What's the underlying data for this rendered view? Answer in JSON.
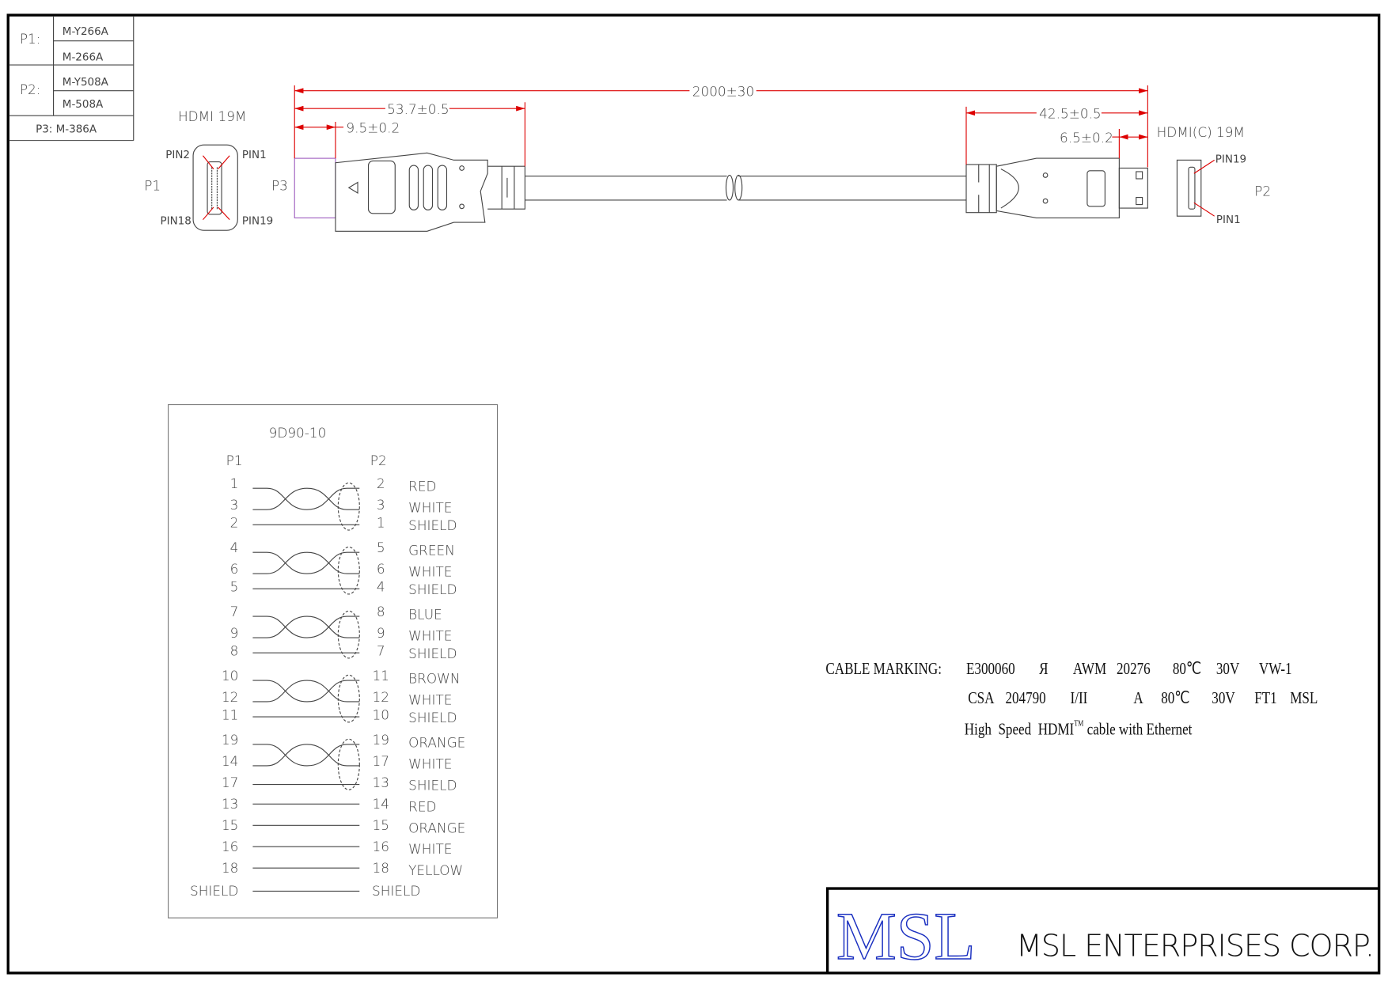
{
  "parts_table": {
    "p1_label": "P1:",
    "p1_models": [
      "M-Y266A",
      "M-266A"
    ],
    "p2_label": "P2:",
    "p2_models": [
      "M-Y508A",
      "M-508A"
    ],
    "p3": "P3: M-386A"
  },
  "left_connector": {
    "title": "HDMI 19M",
    "label": "P1",
    "pins": [
      "PIN2",
      "PIN1",
      "PIN18",
      "PIN19"
    ]
  },
  "p3_label": "P3",
  "right_connector": {
    "title": "HDMI(C) 19M",
    "label": "P2",
    "pins": [
      "PIN19",
      "PIN1"
    ]
  },
  "dimensions": {
    "total": "2000±30",
    "left_plug": "53.7±0.5",
    "left_tip": "9.5±0.2",
    "right_plug": "42.5±0.5",
    "right_tip": "6.5±0.2"
  },
  "wiring": {
    "title": "9D90-10",
    "p1_header": "P1",
    "p2_header": "P2",
    "rows": [
      {
        "p1": "1",
        "p2": "2",
        "color": "RED"
      },
      {
        "p1": "3",
        "p2": "3",
        "color": "WHITE"
      },
      {
        "p1": "2",
        "p2": "1",
        "color": "SHIELD"
      },
      {
        "p1": "4",
        "p2": "5",
        "color": "GREEN"
      },
      {
        "p1": "6",
        "p2": "6",
        "color": "WHITE"
      },
      {
        "p1": "5",
        "p2": "4",
        "color": "SHIELD"
      },
      {
        "p1": "7",
        "p2": "8",
        "color": "BLUE"
      },
      {
        "p1": "9",
        "p2": "9",
        "color": "WHITE"
      },
      {
        "p1": "8",
        "p2": "7",
        "color": "SHIELD"
      },
      {
        "p1": "10",
        "p2": "11",
        "color": "BROWN"
      },
      {
        "p1": "12",
        "p2": "12",
        "color": "WHITE"
      },
      {
        "p1": "11",
        "p2": "10",
        "color": "SHIELD"
      },
      {
        "p1": "19",
        "p2": "19",
        "color": "ORANGE"
      },
      {
        "p1": "14",
        "p2": "17",
        "color": "WHITE"
      },
      {
        "p1": "17",
        "p2": "13",
        "color": "SHIELD"
      },
      {
        "p1": "13",
        "p2": "14",
        "color": "RED"
      },
      {
        "p1": "15",
        "p2": "15",
        "color": "ORANGE"
      },
      {
        "p1": "16",
        "p2": "16",
        "color": "WHITE"
      },
      {
        "p1": "18",
        "p2": "18",
        "color": "YELLOW"
      },
      {
        "p1": "SHIELD",
        "p2": "SHIELD",
        "color": ""
      }
    ]
  },
  "cable_marking": {
    "label": "CABLE MARKING:",
    "line1": [
      "E300060",
      "Я",
      "AWM",
      "20276",
      "80℃",
      "30V",
      "VW-1"
    ],
    "line2": [
      "CSA",
      "204790",
      "I/II",
      "A",
      "80℃",
      "30V",
      "FT1",
      "MSL"
    ],
    "line3_a": "High  Speed  HDMI",
    "line3_tm": "TM",
    "line3_b": " cable with Ethernet"
  },
  "title_block": {
    "logo": "MSL",
    "company": "MSL ENTERPRISES CORP.",
    "logo_color": "#1a2fc0"
  }
}
